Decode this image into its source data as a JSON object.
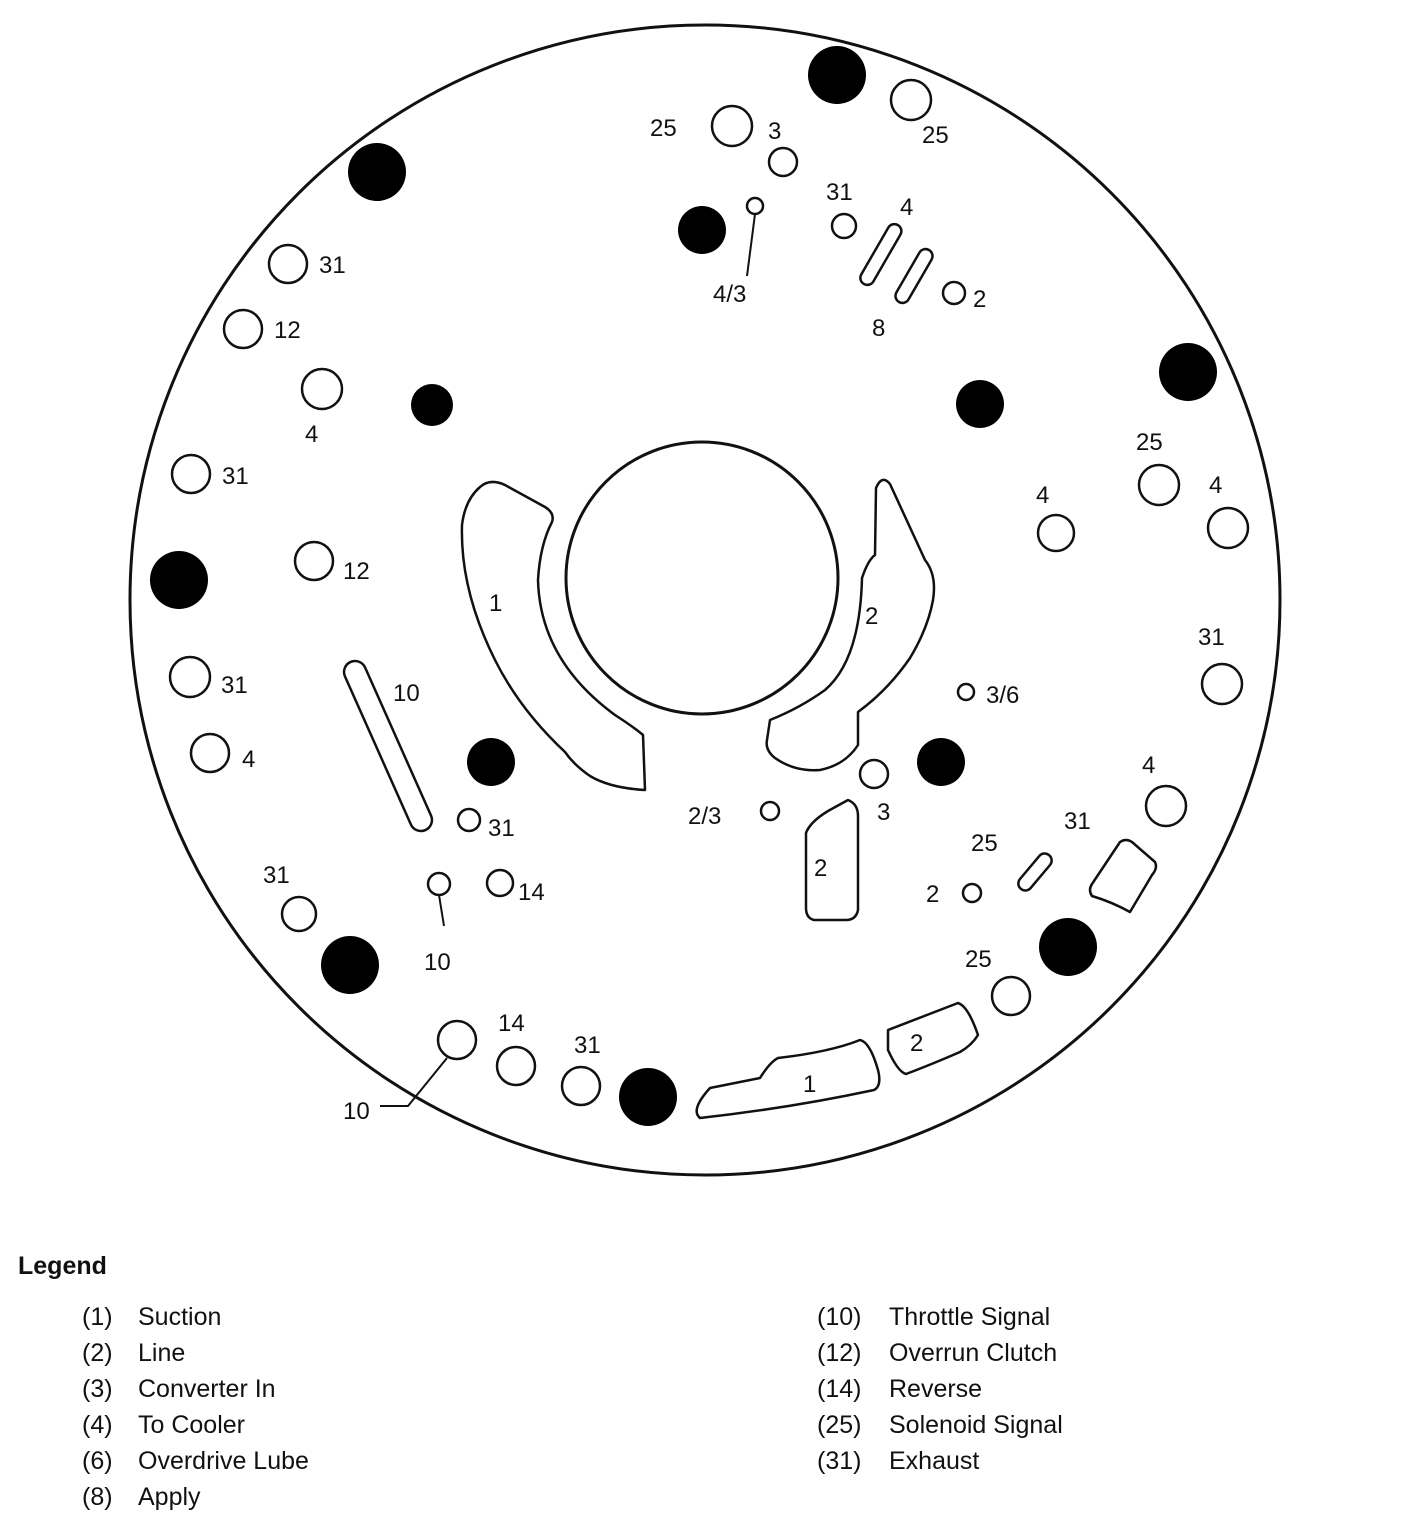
{
  "diagram": {
    "center_bore_label": "",
    "passage_labels": {
      "top_25_left": "25",
      "top_3": "3",
      "top_25_right": "25",
      "top_31": "31",
      "top_4": "4",
      "top_43": "4/3",
      "top_2": "2",
      "top_8": "8",
      "left_31_a": "31",
      "left_12_a": "12",
      "left_4_a": "4",
      "left_31_b": "31",
      "left_12_b": "12",
      "left_31_c": "31",
      "left_10": "10",
      "left_4_b": "4",
      "mid_31": "31",
      "mid_14": "14",
      "lower_31": "31",
      "mid_10": "10",
      "bottom_14": "14",
      "bottom_31": "31",
      "bottom_10": "10",
      "slot_1_center": "1",
      "slot_2_center": "2",
      "slot_1_bottom": "1",
      "slot_2_bottom": "2",
      "slot_2_lower": "2",
      "right_25": "25",
      "right_4_a": "4",
      "right_4_b": "4",
      "right_31": "31",
      "right_36": "3/6",
      "right_3": "3",
      "right_23": "2/3",
      "right_4_c": "4",
      "right_31_b": "31",
      "right_25_b": "25",
      "right_2": "2",
      "right_25_c": "25"
    }
  },
  "legend": {
    "title": "Legend",
    "left": [
      {
        "code": "(1)",
        "label": "Suction"
      },
      {
        "code": "(2)",
        "label": "Line"
      },
      {
        "code": "(3)",
        "label": "Converter In"
      },
      {
        "code": "(4)",
        "label": "To Cooler"
      },
      {
        "code": "(6)",
        "label": "Overdrive Lube"
      },
      {
        "code": "(8)",
        "label": "Apply"
      }
    ],
    "right": [
      {
        "code": "(10)",
        "label": "Throttle Signal"
      },
      {
        "code": "(12)",
        "label": "Overrun Clutch"
      },
      {
        "code": "(14)",
        "label": "Reverse"
      },
      {
        "code": "(25)",
        "label": "Solenoid Signal"
      },
      {
        "code": "(31)",
        "label": "Exhaust"
      }
    ]
  }
}
